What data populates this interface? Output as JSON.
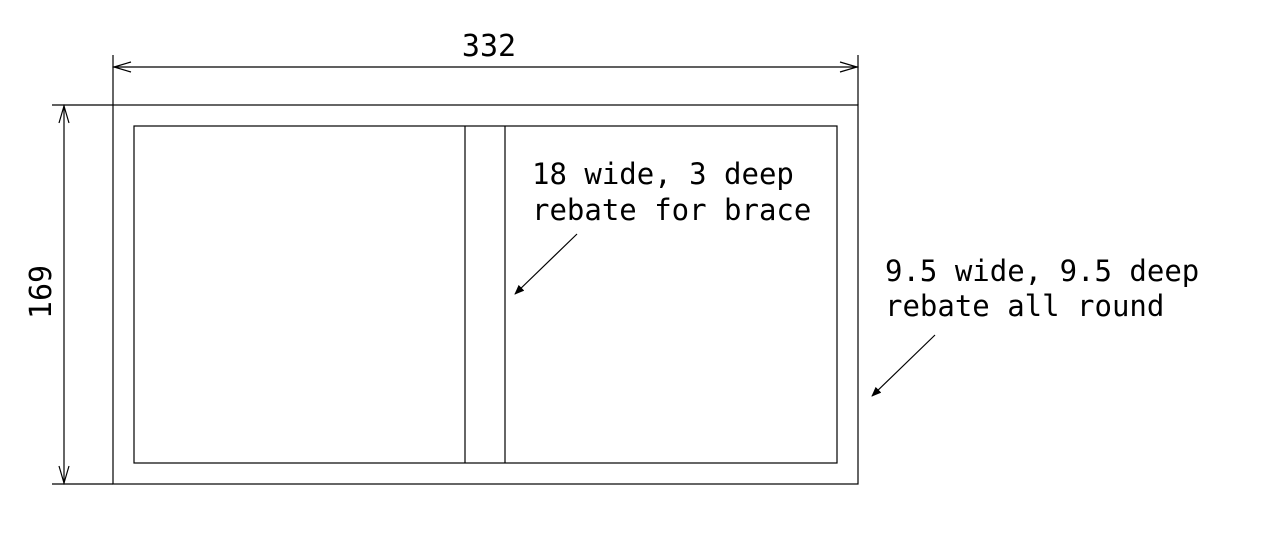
{
  "dimensions": {
    "width_label": "332",
    "height_label": "169"
  },
  "annotations": {
    "brace_rebate": [
      "18 wide, 3 deep",
      "rebate for brace"
    ],
    "outer_rebate": [
      "9.5 wide, 9.5 deep",
      "rebate all round"
    ]
  }
}
